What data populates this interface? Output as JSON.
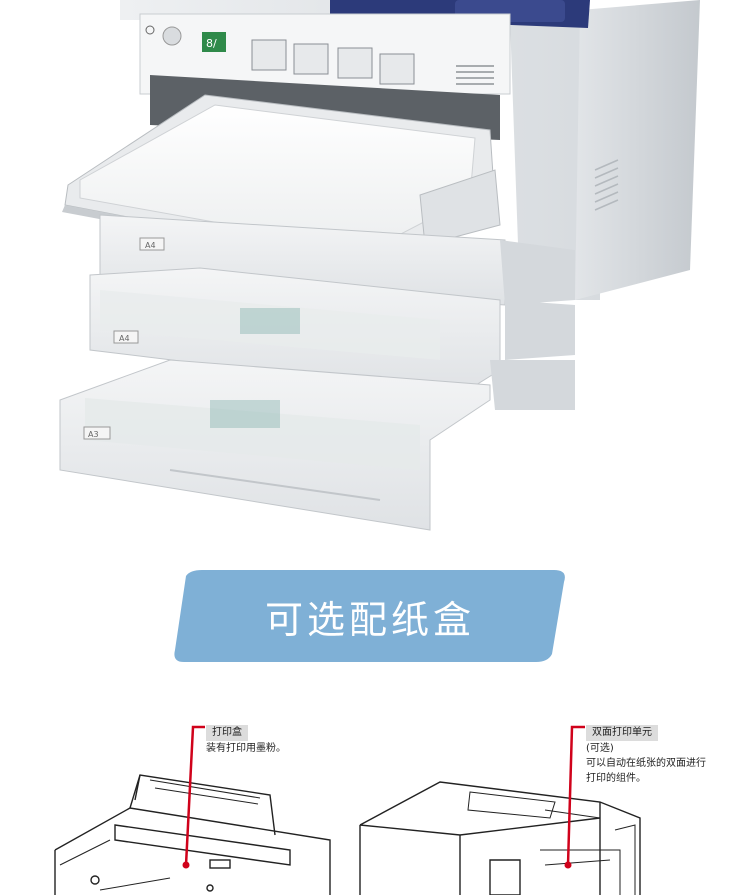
{
  "photo": {
    "tray_labels": [
      "A4",
      "A4",
      "A3"
    ],
    "panel_label": "8/"
  },
  "banner": {
    "text": "可选配纸盒",
    "color": "#7fb0d6"
  },
  "diagrams": {
    "left": {
      "title": "打印盒",
      "desc": "装有打印用墨粉。"
    },
    "right": {
      "title": "双面打印单元",
      "desc_lines": [
        "(可选)",
        "可以自动在纸张的双面进行",
        "打印的组件。"
      ]
    },
    "accent_color": "#d0021b"
  }
}
